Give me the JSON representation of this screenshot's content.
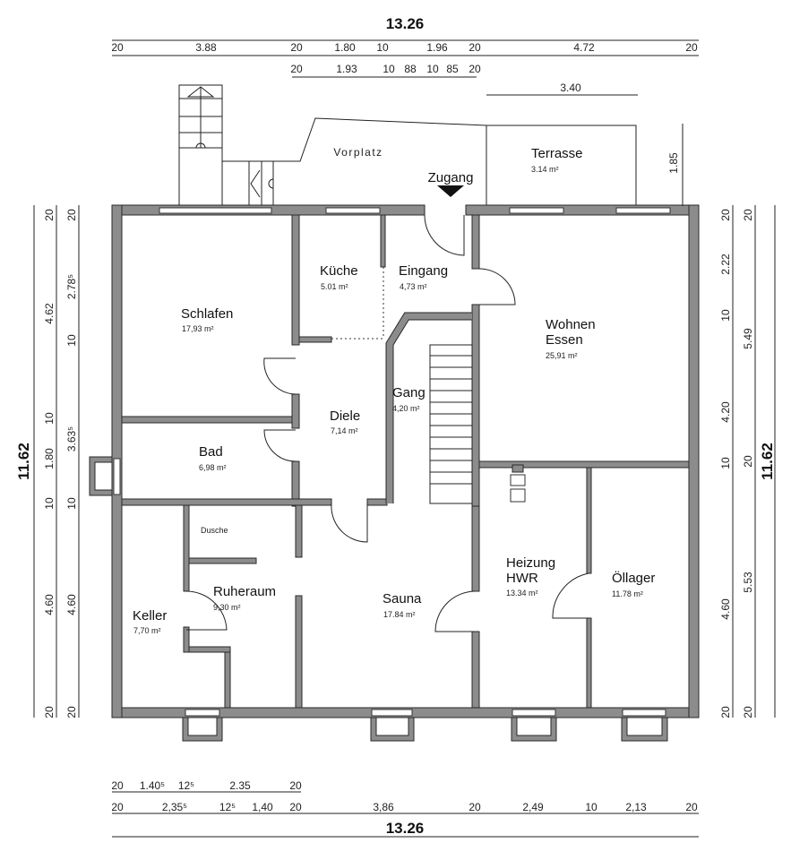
{
  "dimensions": {
    "total_width": "13.26",
    "total_height": "11.62",
    "top_row1": [
      "20",
      "3.88",
      "20",
      "1.80",
      "10",
      "1.96",
      "20",
      "4.72",
      "20"
    ],
    "top_row2": [
      "20",
      "1.93",
      "10",
      "88",
      "10",
      "85",
      "20"
    ],
    "terrace_width": "3.40",
    "terrace_depth": "1.85",
    "left_outer": [
      "20",
      "4.62",
      "10",
      "1.80",
      "10",
      "4.60",
      "20"
    ],
    "left_inner": [
      "20",
      "2.78⁵",
      "10",
      "3.63⁵",
      "10",
      "4.60",
      "20"
    ],
    "right_inner": [
      "20",
      "2.22",
      "10",
      "4.20",
      "10",
      "4.60",
      "20"
    ],
    "right_outer": [
      "20",
      "5.49",
      "20",
      "5.53",
      "20"
    ],
    "bottom_row1": [
      "20",
      "1.40⁵",
      "12⁵",
      "2.35",
      "20"
    ],
    "bottom_row2": [
      "20",
      "2,35⁵",
      "12⁵",
      "1,40",
      "20",
      "3,86",
      "20",
      "2,49",
      "10",
      "2,13",
      "20"
    ]
  },
  "exterior": {
    "vorplatz": "Vorplatz",
    "zugang": "Zugang",
    "terrasse": {
      "name": "Terrasse",
      "area": "3.14 m²"
    }
  },
  "rooms": {
    "schlafen": {
      "name": "Schlafen",
      "area": "17,93 m²"
    },
    "kueche": {
      "name": "Küche",
      "area": "5.01 m²"
    },
    "eingang": {
      "name": "Eingang",
      "area": "4,73 m²"
    },
    "wohnen": {
      "name1": "Wohnen",
      "name2": "Essen",
      "area": "25,91 m²"
    },
    "gang": {
      "name": "Gang",
      "area": "4,20 m²"
    },
    "diele": {
      "name": "Diele",
      "area": "7,14 m²"
    },
    "bad": {
      "name": "Bad",
      "area": "6,98 m²"
    },
    "dusche": {
      "name": "Dusche"
    },
    "ruheraum": {
      "name": "Ruheraum",
      "area": "9,30 m²"
    },
    "keller": {
      "name": "Keller",
      "area": "7,70 m²"
    },
    "sauna": {
      "name": "Sauna",
      "area": "17.84 m²"
    },
    "heizung": {
      "name1": "Heizung",
      "name2": "HWR",
      "area": "13.34 m²"
    },
    "oellager": {
      "name": "Öllager",
      "area": "11.78 m²"
    }
  }
}
